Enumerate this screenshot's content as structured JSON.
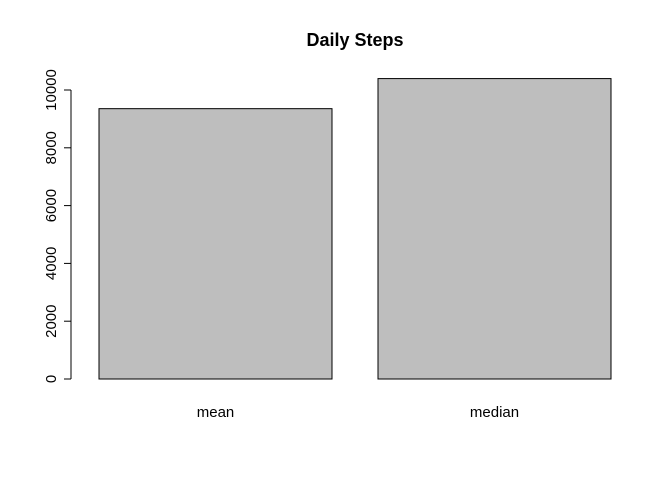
{
  "chart_data": {
    "type": "bar",
    "title": "Daily Steps",
    "xlabel": "",
    "ylabel": "",
    "categories": [
      "mean",
      "median"
    ],
    "values": [
      9354,
      10395
    ],
    "ylim": [
      0,
      10000
    ],
    "yticks": [
      "0",
      "2000",
      "4000",
      "6000",
      "8000",
      "10000"
    ],
    "bar_color": "#bebebe",
    "bar_border_color": "#000000",
    "grid": false,
    "legend": "none"
  }
}
